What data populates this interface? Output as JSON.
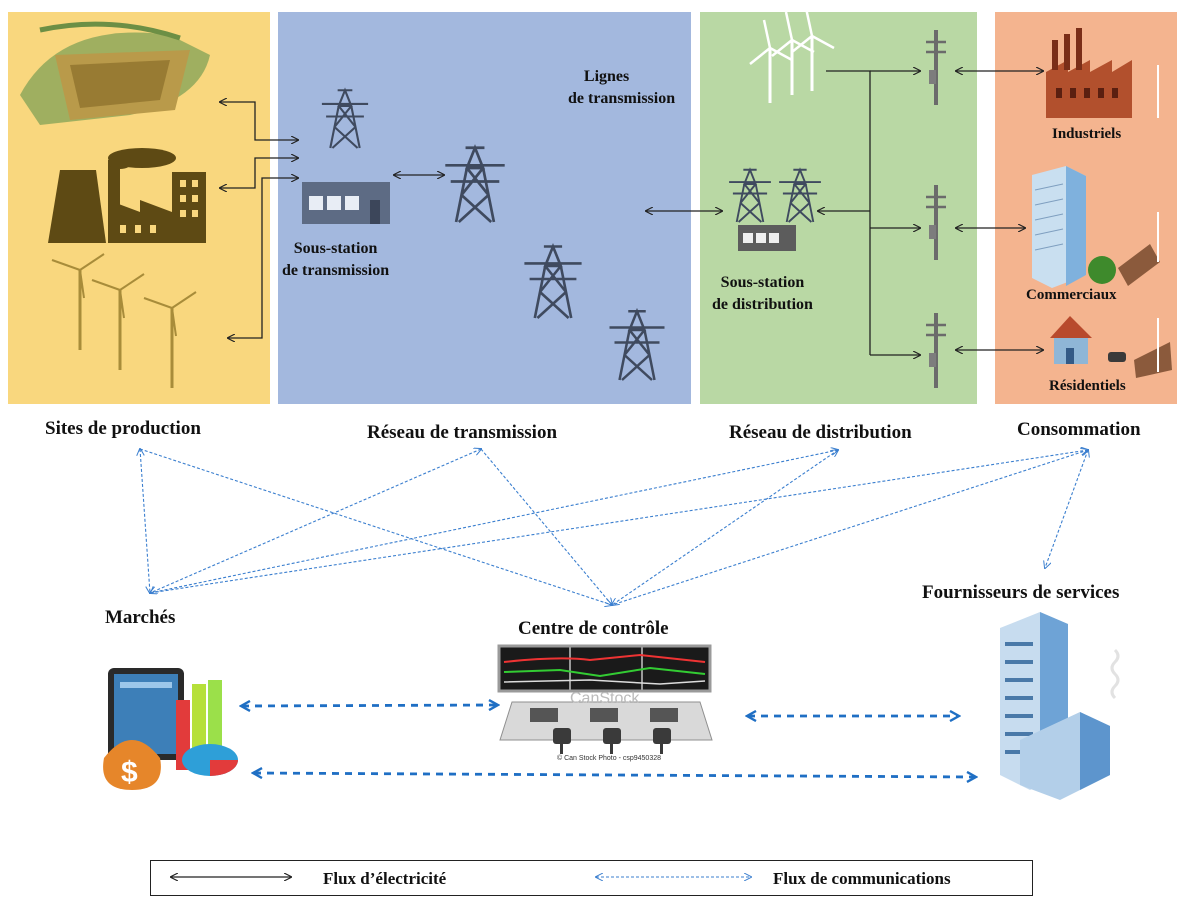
{
  "domains": {
    "production": "Sites de production",
    "transmission": "Réseau de transmission",
    "distribution": "Réseau de distribution",
    "consumption": "Consommation"
  },
  "transmission_lines": [
    "Lignes",
    "de transmission"
  ],
  "transmission_substation": [
    "Sous-station",
    "de transmission"
  ],
  "distribution_substation": [
    "Sous-station",
    "de distribution"
  ],
  "consumers": {
    "industrial": "Industriels",
    "commercial": "Commerciaux",
    "residential": "Résidentiels"
  },
  "actors": {
    "markets": "Marchés",
    "control_center": "Centre de contrôle",
    "service_providers": "Fournisseurs de services"
  },
  "watermark": {
    "brand": "CanStock",
    "credit": "© Can Stock Photo - csp9450328"
  },
  "legend": {
    "electricity_flow": "Flux d’électricité",
    "communication_flow": "Flux de communications"
  },
  "colors": {
    "production_bg": "#f9d77e",
    "transmission_bg": "#a3b8de",
    "distribution_bg": "#b9d8a4",
    "consumption_bg": "#f4b48f",
    "communication_flow": "#3b7fcf"
  }
}
